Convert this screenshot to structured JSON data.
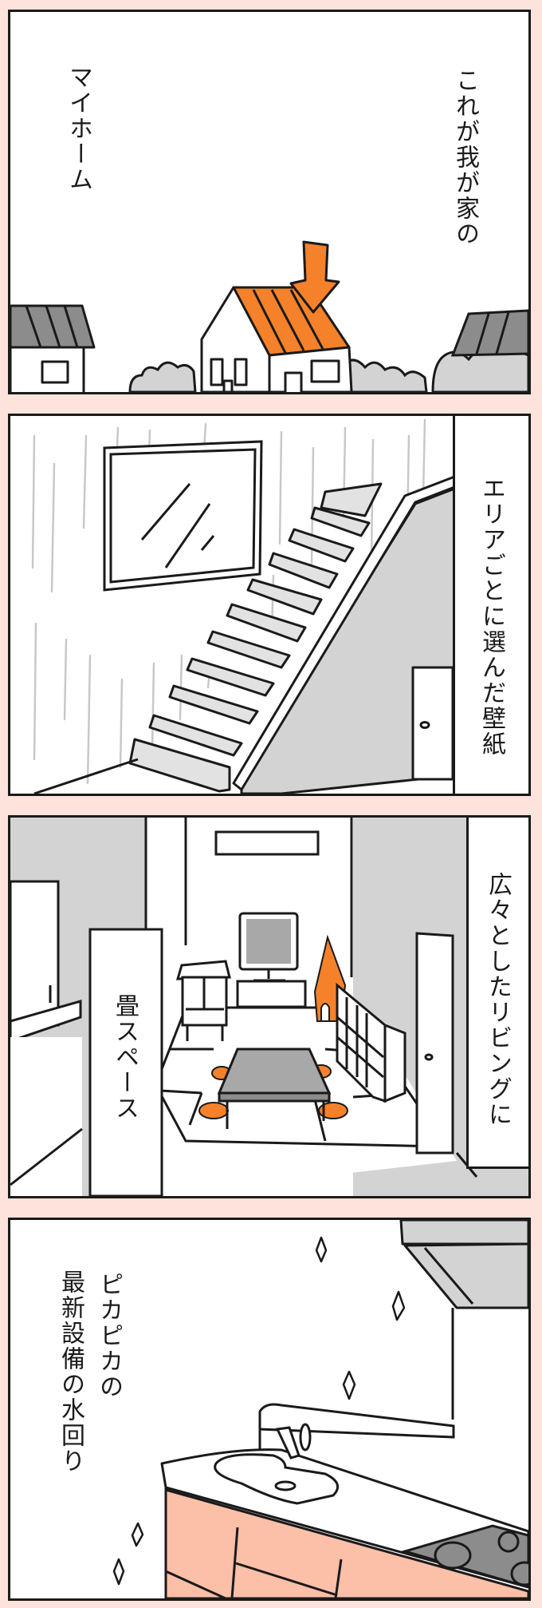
{
  "comic": {
    "background_color": "#fde3dc",
    "accent_orange": "#f5822a",
    "cabinet_salmon": "#fcbfa8",
    "gray_fill": "#d3d3d3",
    "dark_gray_fill": "#8c8c8c"
  },
  "panels": [
    {
      "id": 1,
      "scene": "house-exterior",
      "captions": [
        {
          "text": "これが我が家の"
        },
        {
          "text": "マイホーム"
        }
      ]
    },
    {
      "id": 2,
      "scene": "staircase-hallway",
      "captions": [
        {
          "text": "エリアごとに選んだ壁紙"
        }
      ]
    },
    {
      "id": 3,
      "scene": "living-room",
      "captions": [
        {
          "text": "広々としたリビングに"
        },
        {
          "text": "畳スペース"
        }
      ]
    },
    {
      "id": 4,
      "scene": "kitchen",
      "captions": [
        {
          "text": "ピカピカの"
        },
        {
          "text": "最新設備の水回り"
        }
      ]
    }
  ]
}
